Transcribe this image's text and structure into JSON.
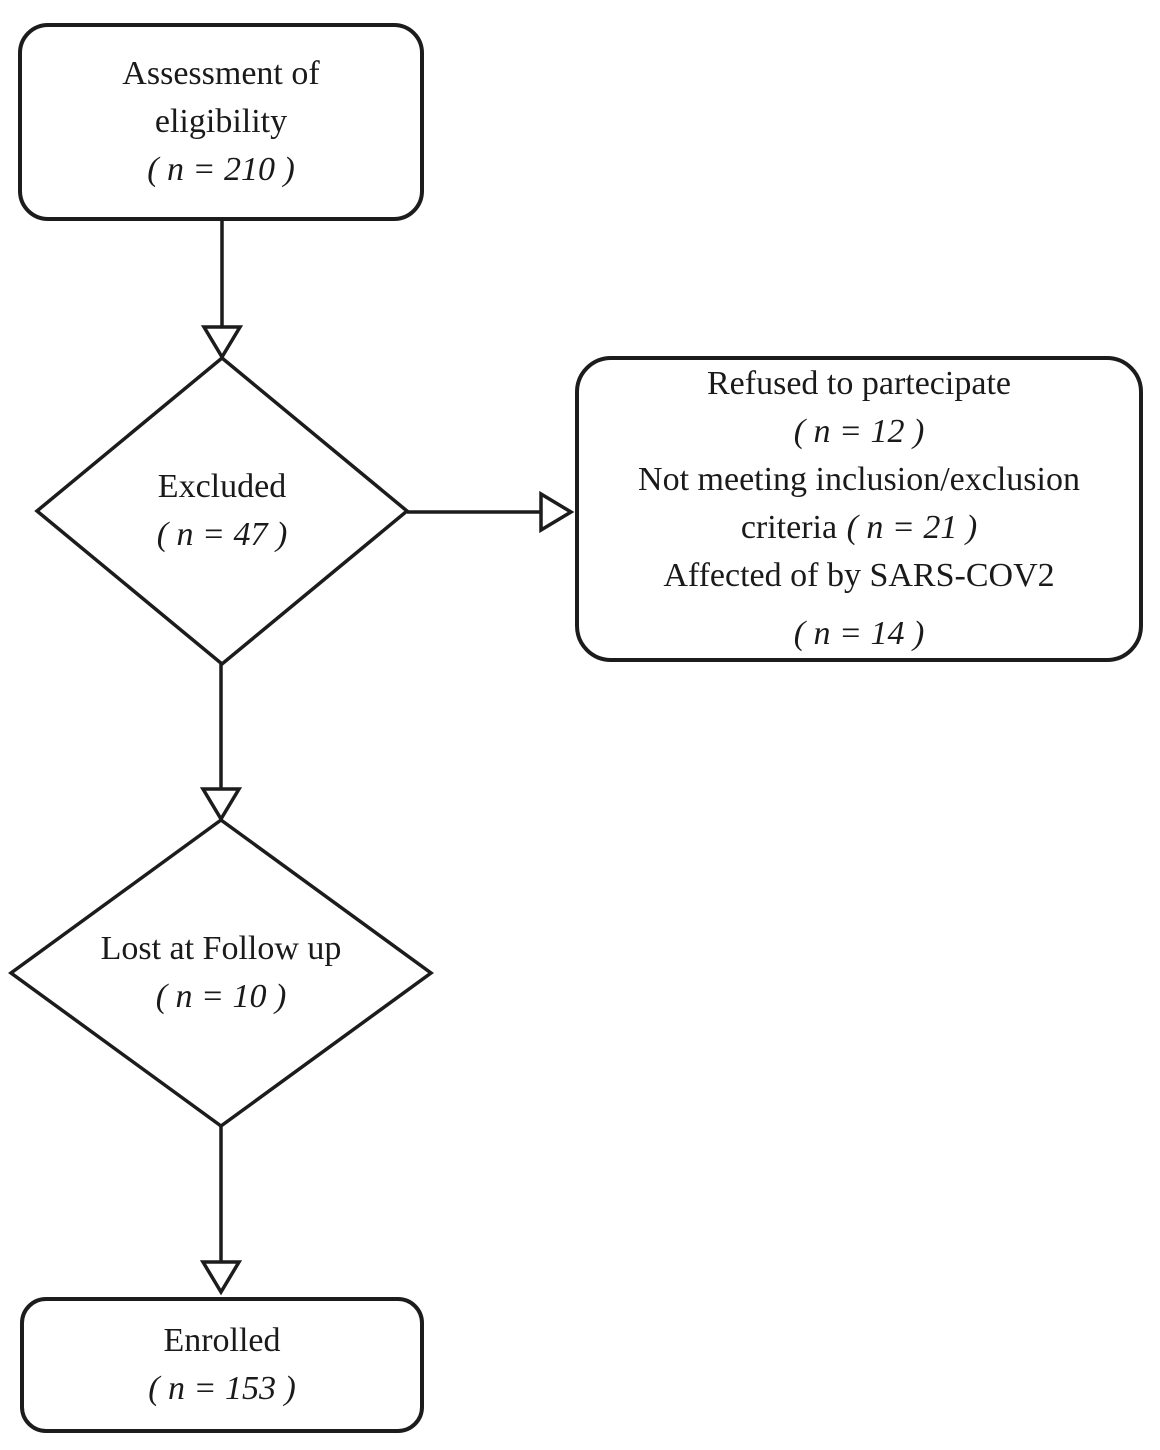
{
  "colors": {
    "ink": "#1c1c1c",
    "background": "#ffffff"
  },
  "nodes": {
    "assessment": {
      "line1": "Assessment of",
      "line2": "eligibility",
      "n": "( n = 210 )"
    },
    "excluded": {
      "label": "Excluded",
      "n": "( n = 47 )"
    },
    "exclusion_reasons": {
      "line1": "Refused to partecipate",
      "line2": "( n = 12 )",
      "line3": "Not meeting inclusion/exclusion",
      "line4_text": "criteria",
      "line4_n": "( n = 21 )",
      "line5": "Affected of by SARS-COV2",
      "line6": "( n = 14 )"
    },
    "lost_follow_up": {
      "label": "Lost at Follow up",
      "n": "( n = 10 )"
    },
    "enrolled": {
      "label": "Enrolled",
      "n": "( n = 153 )"
    }
  },
  "edges": [
    {
      "from": "assessment",
      "to": "excluded",
      "direction": "down"
    },
    {
      "from": "excluded",
      "to": "exclusion_reasons",
      "direction": "right"
    },
    {
      "from": "excluded",
      "to": "lost_follow_up",
      "direction": "down"
    },
    {
      "from": "lost_follow_up",
      "to": "enrolled",
      "direction": "down"
    }
  ]
}
